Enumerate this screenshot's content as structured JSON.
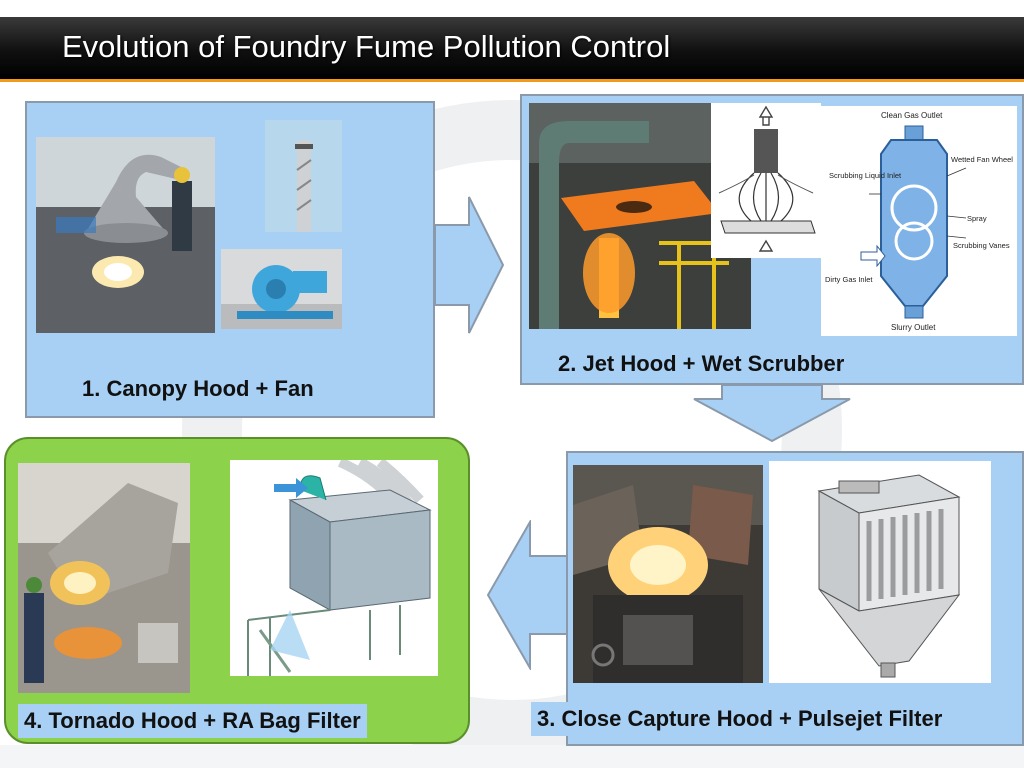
{
  "title": "Evolution of Foundry Fume Pollution Control",
  "stages": [
    {
      "label": "1. Canopy Hood + Fan"
    },
    {
      "label": "2. Jet Hood + Wet Scrubber"
    },
    {
      "label": "3. Close Capture Hood + Pulsejet Filter"
    },
    {
      "label": "4. Tornado Hood + RA Bag Filter"
    }
  ],
  "scrubber_diagram": {
    "clean_gas_outlet": "Clean Gas Outlet",
    "scrubbing_liquid": "Scrubbing Liquid Inlet",
    "wetted_fan_wheel": "Wetted Fan Wheel",
    "spray": "Spray",
    "scrubbing_vanes": "Scrubbing Vanes",
    "dirty_gas_inlet": "Dirty Gas Inlet",
    "slurry_outlet": "Slurry Outlet"
  },
  "colors": {
    "panel_blue": "#a8cff4",
    "panel_green": "#8cd24a",
    "arrow_blue": "#a8cff4",
    "title_accent": "#f29a1a"
  }
}
